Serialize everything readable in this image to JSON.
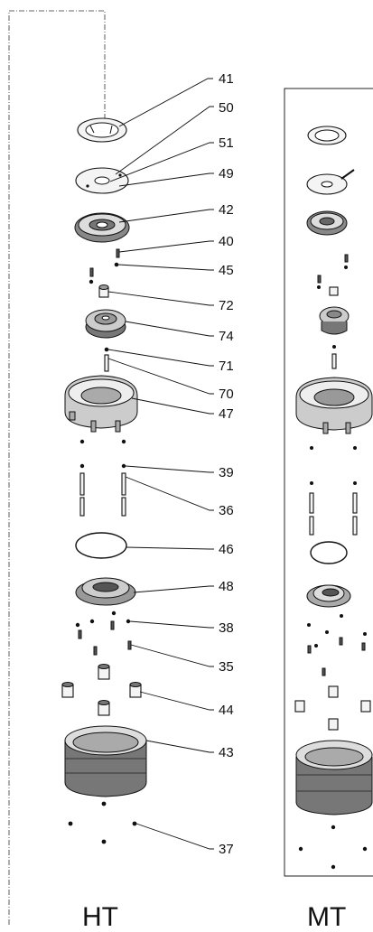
{
  "callouts": [
    "41",
    "50",
    "51",
    "49",
    "42",
    "40",
    "45",
    "72",
    "74",
    "71",
    "70",
    "47",
    "39",
    "36",
    "46",
    "48",
    "38",
    "35",
    "44",
    "43",
    "37"
  ],
  "variants": {
    "left": "HT",
    "right": "MT"
  }
}
